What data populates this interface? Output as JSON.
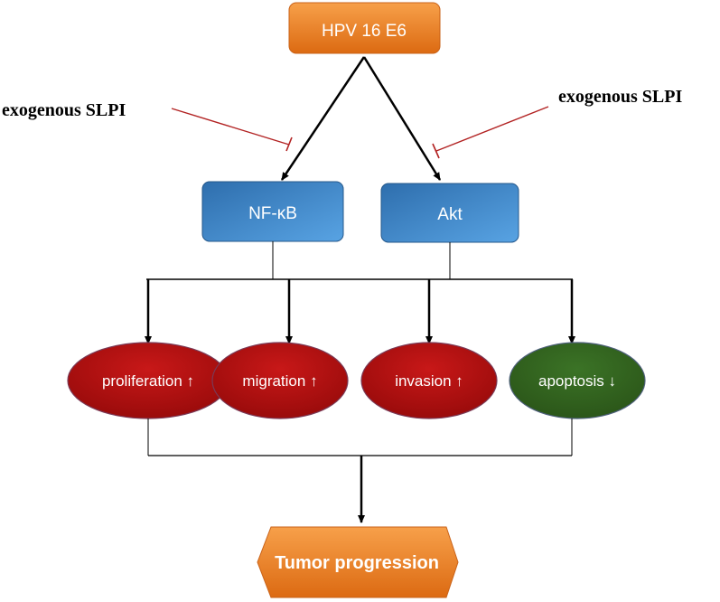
{
  "diagram": {
    "top": {
      "label": "HPV 16 E6"
    },
    "inhibitors": [
      {
        "label": "exogenous SLPI"
      },
      {
        "label": "exogenous SLPI"
      }
    ],
    "mediators": [
      {
        "label": "NF-κB"
      },
      {
        "label": "Akt"
      }
    ],
    "effects": [
      {
        "label": "proliferation ↑"
      },
      {
        "label": "migration ↑"
      },
      {
        "label": "invasion ↑"
      },
      {
        "label": "apoptosis ↓"
      }
    ],
    "outcome": {
      "label": "Tumor progression"
    }
  },
  "colors": {
    "orange": "#e8751a",
    "blue": "#3b82c4",
    "red": "#b01010",
    "green": "#2f5f1d",
    "inhibit_line": "#b22222"
  }
}
